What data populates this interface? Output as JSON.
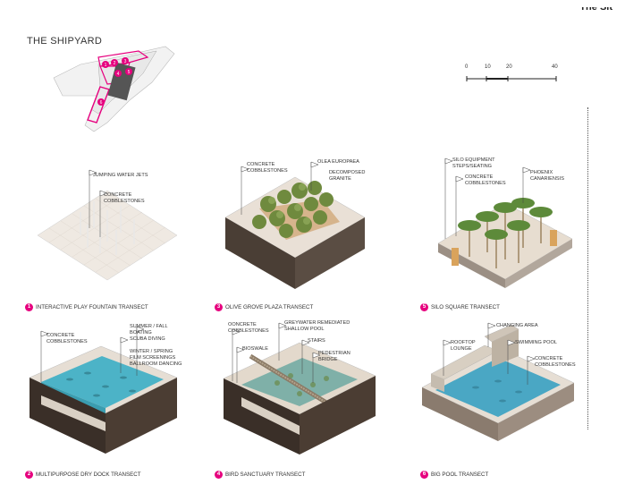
{
  "header": {
    "title": "THE SHIPYARD",
    "corner_text": "The Sit"
  },
  "scale_bar": {
    "labels": [
      "0",
      "10",
      "20",
      "40"
    ]
  },
  "site_plan": {
    "markers": [
      "1",
      "2",
      "3",
      "4",
      "5",
      "6"
    ],
    "accent": "#e6007e"
  },
  "transects": [
    {
      "num": "1",
      "caption": "INTERACTIVE PLAY FOUNTAIN TRANSECT",
      "annotations": [
        "JUMPING WATER JETS",
        "CONCRETE\nCOBBLESTONES"
      ]
    },
    {
      "num": "3",
      "caption": "OLIVE GROVE PLAZA TRANSECT",
      "annotations": [
        "CONCRETE\nCOBBLESTONES",
        "OLEA EUROPAEA",
        "DECOMPOSED\nGRANITE"
      ]
    },
    {
      "num": "5",
      "caption": "SILO SQUARE TRANSECT",
      "annotations": [
        "SILO EQUIPMENT\nSTEPS/SEATING",
        "CONCRETE\nCOBBLESTONES",
        "PHOENIX\nCANARIENSIS"
      ]
    },
    {
      "num": "2",
      "caption": "MULTIPURPOSE DRY DOCK TRANSECT",
      "annotations": [
        "CONCRETE\nCOBBLESTONES",
        "SUMMER / FALL\nBOATING\nSCUBA DIVING",
        "WINTER / SPRING\nFILM SCREENINGS\nBALLROOM DANCING"
      ]
    },
    {
      "num": "4",
      "caption": "BIRD SANCTUARY TRANSECT",
      "annotations": [
        "OONCRETE\nCOBBLESTONES",
        "GREYWATER REMEDIATED\nSHALLOW POOL",
        "BIOSWALE",
        "STAIRS",
        "PEDESTRIAN\nBRIDGE"
      ]
    },
    {
      "num": "6",
      "caption": "BIG POOL TRANSECT",
      "annotations": [
        "CHANGING AREA",
        "ROOFTOP\nLOUNGE",
        "SWIMMING POOL",
        "CONCRETE\nCOBBLESTONES"
      ]
    }
  ]
}
